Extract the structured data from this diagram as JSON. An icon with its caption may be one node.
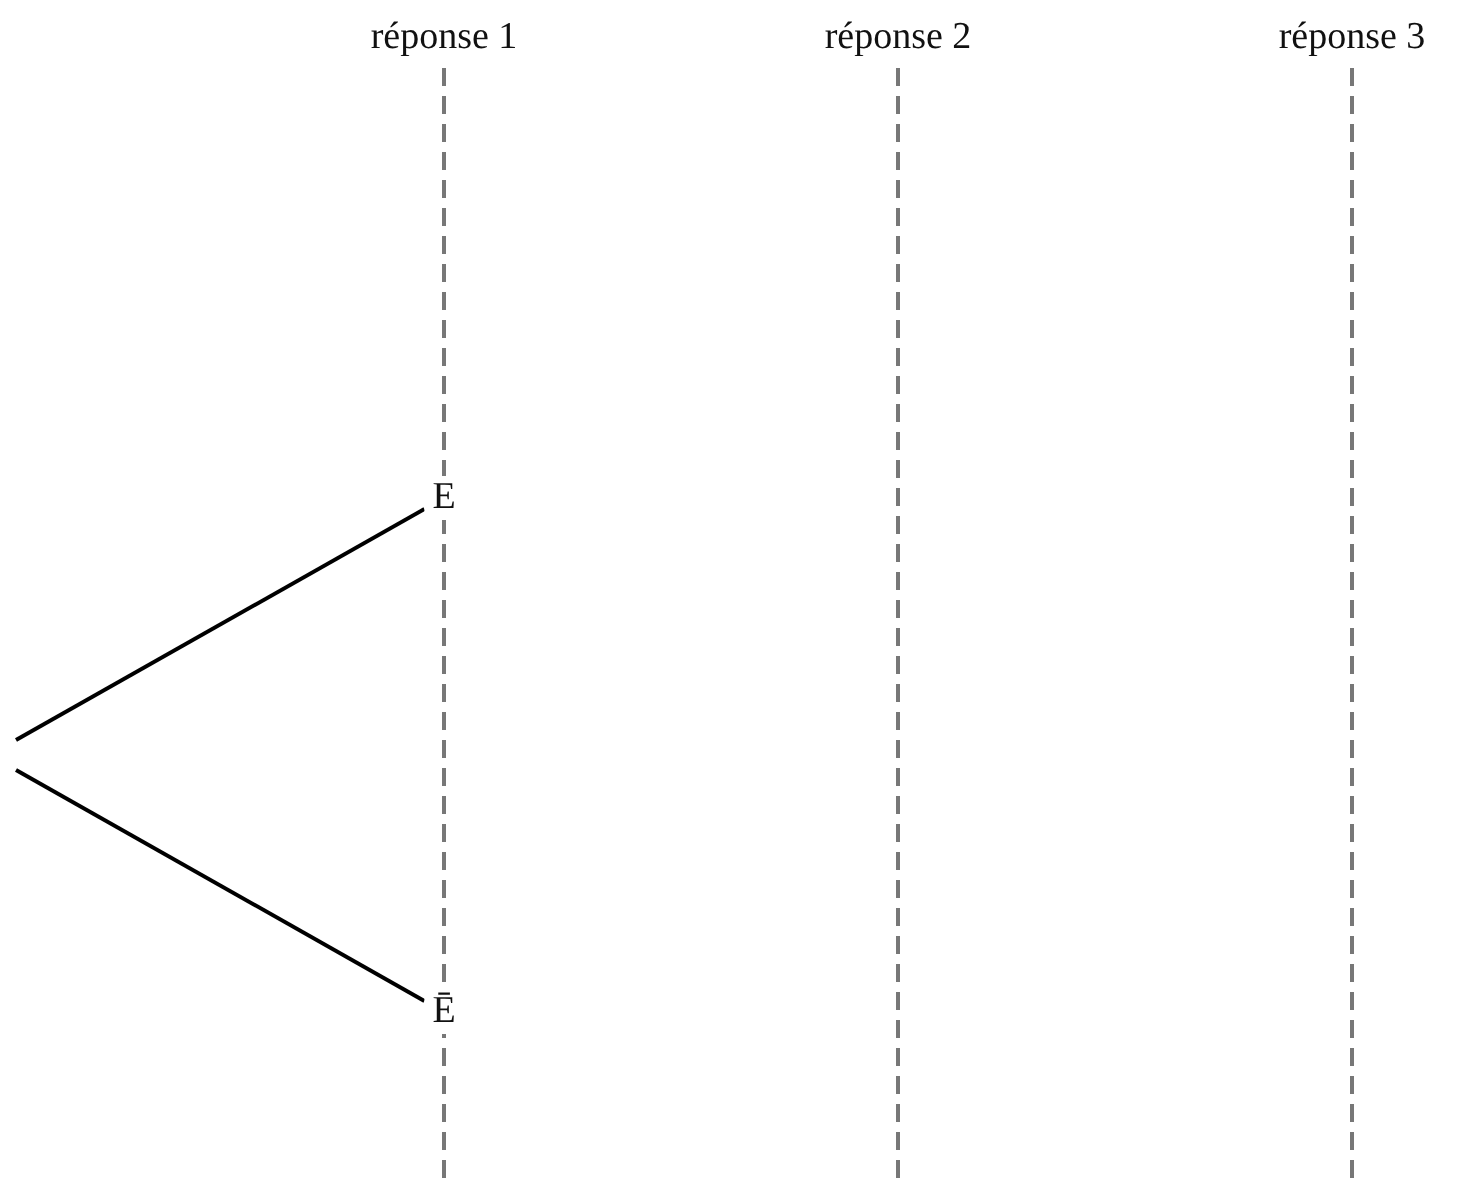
{
  "diagram": {
    "nodes": [
      {
        "text": [
          "E"
        ]
      },
      {
        "text": [
          "Ē"
        ]
      }
    ],
    "edges": [
      {
        "from": null,
        "to": 0,
        "arrow": "none"
      },
      {
        "from": null,
        "to": 1,
        "arrow": "none"
      }
    ],
    "labels": [
      "réponse 1",
      "réponse 2",
      "réponse 3"
    ]
  }
}
